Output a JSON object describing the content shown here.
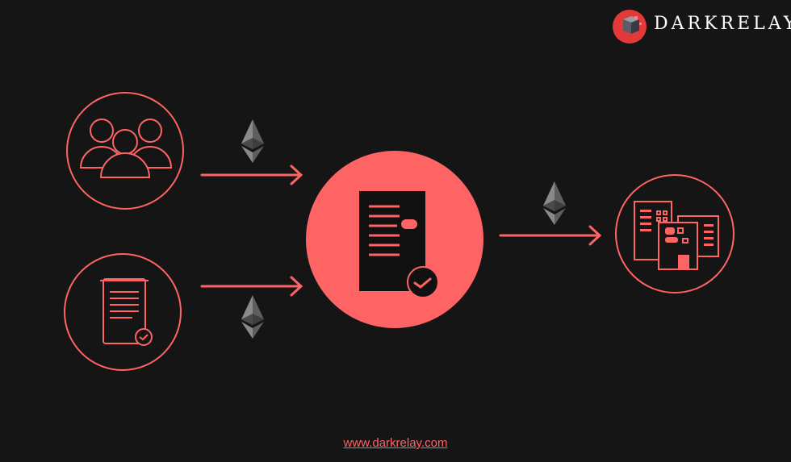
{
  "brand": {
    "name": "DARKRELAY"
  },
  "footer": {
    "url": "www.darkrelay.com"
  },
  "colors": {
    "accent": "#ff6464",
    "background": "#151515",
    "ether": "#6e6e6e"
  },
  "nodes": [
    {
      "id": "users",
      "icon": "users-group-icon"
    },
    {
      "id": "document",
      "icon": "scroll-check-icon"
    },
    {
      "id": "contract",
      "icon": "contract-check-icon"
    },
    {
      "id": "organizations",
      "icon": "buildings-icon"
    }
  ],
  "edges": [
    {
      "from": "users",
      "to": "contract",
      "token": "ethereum-icon"
    },
    {
      "from": "document",
      "to": "contract",
      "token": "ethereum-icon"
    },
    {
      "from": "contract",
      "to": "organizations",
      "token": "ethereum-icon"
    }
  ]
}
